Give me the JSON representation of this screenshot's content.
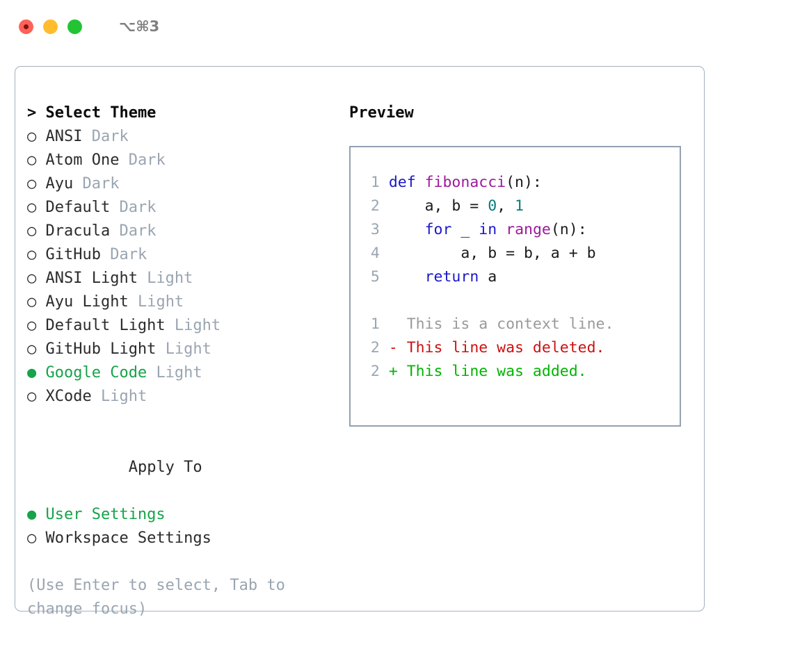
{
  "titlebar": {
    "shortcut": "⌥⌘3",
    "buttons": [
      {
        "name": "close",
        "color": "#ff6159"
      },
      {
        "name": "minimize",
        "color": "#ffbd2e"
      },
      {
        "name": "maximize",
        "color": "#23c434"
      }
    ]
  },
  "theme_picker": {
    "prompt": "> Select Theme",
    "marker_selected": "●",
    "marker_unselected": "○",
    "accent_color": "#16a34a",
    "muted_color": "#9aa5b1",
    "options": [
      {
        "marker": "○",
        "label": "ANSI",
        "suffix": "Dark",
        "selected": false
      },
      {
        "marker": "○",
        "label": "Atom One",
        "suffix": "Dark",
        "selected": false
      },
      {
        "marker": "○",
        "label": "Ayu",
        "suffix": "Dark",
        "selected": false
      },
      {
        "marker": "○",
        "label": "Default",
        "suffix": "Dark",
        "selected": false
      },
      {
        "marker": "○",
        "label": "Dracula",
        "suffix": "Dark",
        "selected": false
      },
      {
        "marker": "○",
        "label": "GitHub",
        "suffix": "Dark",
        "selected": false
      },
      {
        "marker": "○",
        "label": "ANSI Light",
        "suffix": "Light",
        "selected": false
      },
      {
        "marker": "○",
        "label": "Ayu Light",
        "suffix": "Light",
        "selected": false
      },
      {
        "marker": "○",
        "label": "Default Light",
        "suffix": "Light",
        "selected": false
      },
      {
        "marker": "○",
        "label": "GitHub Light",
        "suffix": "Light",
        "selected": false
      },
      {
        "marker": "●",
        "label": "Google Code",
        "suffix": "Light",
        "selected": true
      },
      {
        "marker": "○",
        "label": "XCode",
        "suffix": "Light",
        "selected": false
      }
    ]
  },
  "apply_to": {
    "heading": "Apply To",
    "options": [
      {
        "marker": "●",
        "label": "User Settings",
        "selected": true
      },
      {
        "marker": "○",
        "label": "Workspace Settings",
        "selected": false
      }
    ]
  },
  "help_text": "(Use Enter to select, Tab to change focus)",
  "preview": {
    "title": "Preview",
    "code_lines": [
      {
        "number": "1",
        "tokens": [
          {
            "t": "def ",
            "c": "kw"
          },
          {
            "t": "fibonacci",
            "c": "fn"
          },
          {
            "t": "(n):",
            "c": "pl"
          }
        ]
      },
      {
        "number": "2",
        "tokens": [
          {
            "t": "    a, b = ",
            "c": "pl"
          },
          {
            "t": "0",
            "c": "num"
          },
          {
            "t": ", ",
            "c": "pl"
          },
          {
            "t": "1",
            "c": "num"
          }
        ]
      },
      {
        "number": "3",
        "tokens": [
          {
            "t": "    ",
            "c": "pl"
          },
          {
            "t": "for",
            "c": "kw"
          },
          {
            "t": " _ ",
            "c": "pl"
          },
          {
            "t": "in",
            "c": "kw"
          },
          {
            "t": " ",
            "c": "pl"
          },
          {
            "t": "range",
            "c": "fn"
          },
          {
            "t": "(n):",
            "c": "pl"
          }
        ]
      },
      {
        "number": "4",
        "tokens": [
          {
            "t": "        a, b = b, a + b",
            "c": "pl"
          }
        ]
      },
      {
        "number": "5",
        "tokens": [
          {
            "t": "    ",
            "c": "pl"
          },
          {
            "t": "return",
            "c": "kw"
          },
          {
            "t": " a",
            "c": "pl"
          }
        ]
      }
    ],
    "diff_lines": [
      {
        "number": "1",
        "sign": " ",
        "text": " This is a context line.",
        "kind": "ctx"
      },
      {
        "number": "2",
        "sign": "-",
        "text": " This line was deleted.",
        "kind": "del"
      },
      {
        "number": "2",
        "sign": "+",
        "text": " This line was added.",
        "kind": "add"
      }
    ],
    "colors": {
      "keyword": "#1a18c8",
      "function": "#9c1a9c",
      "number": "#0a7b7b",
      "plain": "#1a1a1a",
      "gutter": "#9aa5b1",
      "diff_context": "#9a9a9a",
      "diff_deleted": "#cc1111",
      "diff_added": "#00b400",
      "border": "#93a1b0"
    }
  }
}
